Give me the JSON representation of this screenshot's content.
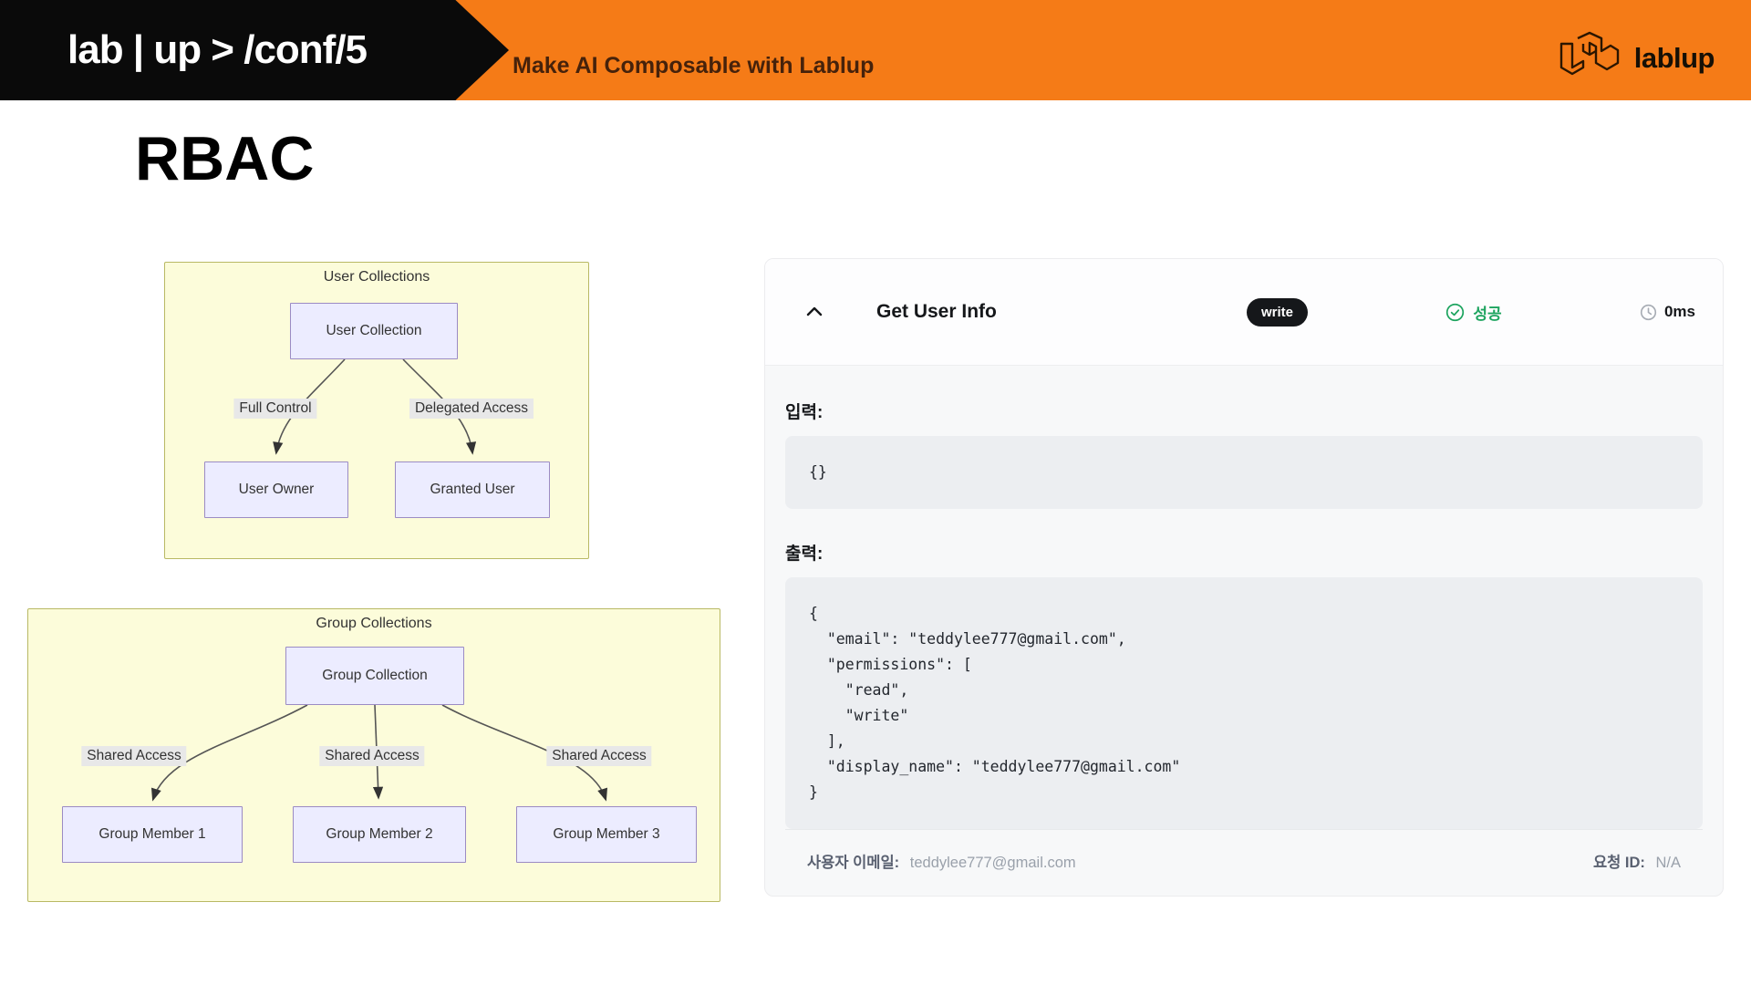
{
  "banner": {
    "logo": "lab | up > /conf/5",
    "tagline": "Make AI Composable with Lablup",
    "brand": "lablup"
  },
  "slide": {
    "title": "RBAC"
  },
  "diagram_user": {
    "title": "User Collections",
    "root": "User Collection",
    "edges": [
      {
        "label": "Full Control",
        "target": "User Owner"
      },
      {
        "label": "Delegated Access",
        "target": "Granted User"
      }
    ]
  },
  "diagram_group": {
    "title": "Group Collections",
    "root": "Group Collection",
    "edges": [
      {
        "label": "Shared Access",
        "target": "Group Member 1"
      },
      {
        "label": "Shared Access",
        "target": "Group Member 2"
      },
      {
        "label": "Shared Access",
        "target": "Group Member 3"
      }
    ]
  },
  "tool_card": {
    "title": "Get User Info",
    "badge": "write",
    "status": "성공",
    "duration": "0ms",
    "input_label": "입력:",
    "input_code": "{}",
    "output_label": "출력:",
    "output_code": "{\n  \"email\": \"teddylee777@gmail.com\",\n  \"permissions\": [\n    \"read\",\n    \"write\"\n  ],\n  \"display_name\": \"teddylee777@gmail.com\"\n}",
    "footer": {
      "email_label": "사용자 이메일:",
      "email_value": "teddylee777@gmail.com",
      "request_label": "요청 ID:",
      "request_value": "N/A"
    }
  },
  "colors": {
    "accent_orange": "#F57B17",
    "status_green": "#1DA45F",
    "panel_yellow": "#FCFCDA",
    "node_purple": "#ECECFF"
  }
}
